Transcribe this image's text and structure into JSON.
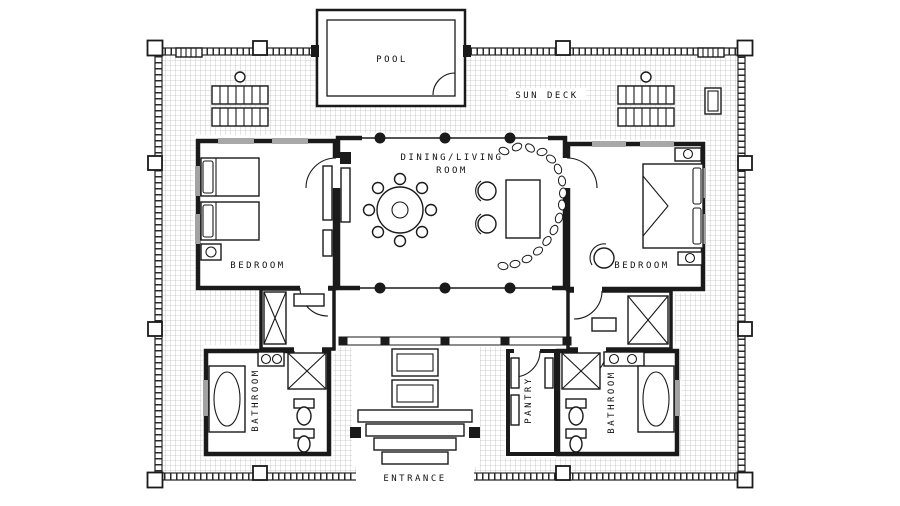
{
  "labels": {
    "pool": "POOL",
    "sun_deck": "SUN DECK",
    "dining_living_line1": "DINING/LIVING",
    "dining_living_line2": "ROOM",
    "bedroom_left": "BEDROOM",
    "bedroom_right": "BEDROOM",
    "bathroom_left": "BATHROOM",
    "bathroom_right": "BATHROOM",
    "pantry": "PANTRY",
    "entrance": "ENTRANCE"
  },
  "colors": {
    "ink": "#1a1a1a",
    "tile_grid": "#a6a6a6",
    "background": "#ffffff"
  }
}
